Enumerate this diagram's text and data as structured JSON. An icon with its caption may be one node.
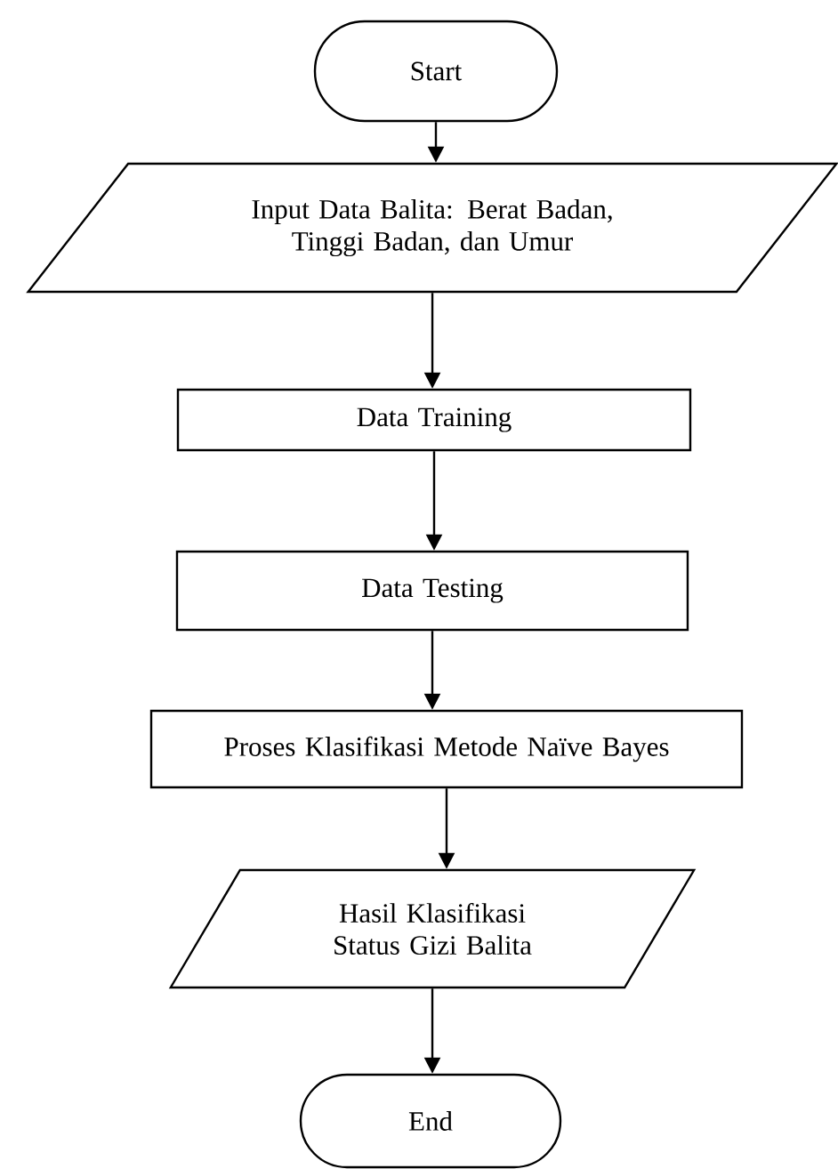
{
  "diagram": {
    "nodes": [
      {
        "text": [
          "Start"
        ]
      },
      {
        "text": [
          "Input Data Balita: Berat Badan, Tinggi Badan, dan Umur"
        ]
      },
      {
        "text": [
          "Data Training"
        ]
      },
      {
        "text": [
          "Data Testing"
        ]
      },
      {
        "text": [
          "Proses Klasifikasi Metode Naïve Bayes"
        ]
      },
      {
        "text": [
          "Hasil Klasifikasi Status Gizi Balita"
        ]
      },
      {
        "text": [
          "End"
        ]
      }
    ],
    "edges": [
      {
        "from": 0,
        "to": 1,
        "arrow": "to"
      },
      {
        "from": 1,
        "to": 2,
        "arrow": "to"
      },
      {
        "from": 2,
        "to": 3,
        "arrow": "to"
      },
      {
        "from": 3,
        "to": 4,
        "arrow": "to"
      },
      {
        "from": 4,
        "to": 5,
        "arrow": "to"
      },
      {
        "from": 5,
        "to": 6,
        "arrow": "to"
      }
    ]
  }
}
